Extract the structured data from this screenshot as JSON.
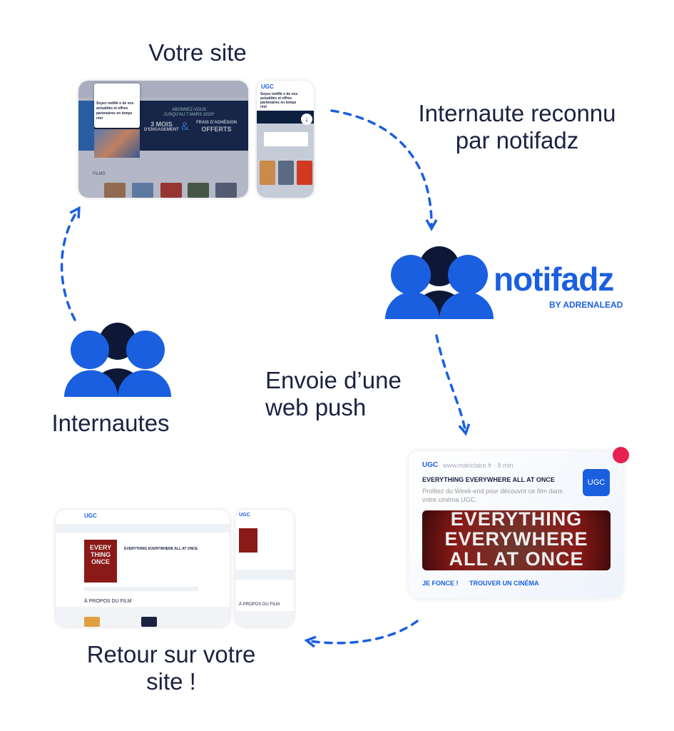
{
  "steps": {
    "site": "Votre site",
    "recognized_line1": "Internaute reconnu",
    "recognized_line2": "par notifadz",
    "push_line1": "Envoie d’une",
    "push_line2": "web push",
    "users": "Internautes",
    "return_line1": "Retour sur votre",
    "return_line2": "site !"
  },
  "logo": {
    "name": "notifadz",
    "tagline": "BY ADRENALEAD"
  },
  "site_mockup": {
    "optin_text": "Soyez notifié e de vos actualités et offres partenaires en temps réel",
    "banner_line1": "ABONNEZ-VOUS",
    "banner_line2": "JUSQU'AU 7 MARS 2023*",
    "offer1": "3 MOIS",
    "offer1_sub": "D'ENGAGEMENT",
    "amp": "&",
    "offer2_sub": "FRAIS D'ADHÉSION",
    "offer2": "OFFERTS",
    "films": "FILMS",
    "brand": "UGC"
  },
  "notification": {
    "brand": "UGC",
    "source": "www.mariclaire.fr · 8 min",
    "title": "EVERYTHING EVERYWHERE ALL AT ONCE",
    "body": "Profitez du Week-end pour découvrir ce film dans votre cinéma UGC.",
    "image_text": [
      "EVERYTHING",
      "EVERYWHERE",
      "ALL AT ONCE"
    ],
    "action1": "JE FONCE !",
    "action2": "TROUVER UN CINÉMA"
  },
  "return_mockup": {
    "film_title": "EVERYTHING EVERYWHERE ALL AT ONCE",
    "poster_text": "EVERY THING ONCE",
    "about": "À PROPOS DU FILM"
  },
  "colors": {
    "blue": "#1a5fe0",
    "navy": "#0e1836",
    "red": "#e8204f"
  }
}
